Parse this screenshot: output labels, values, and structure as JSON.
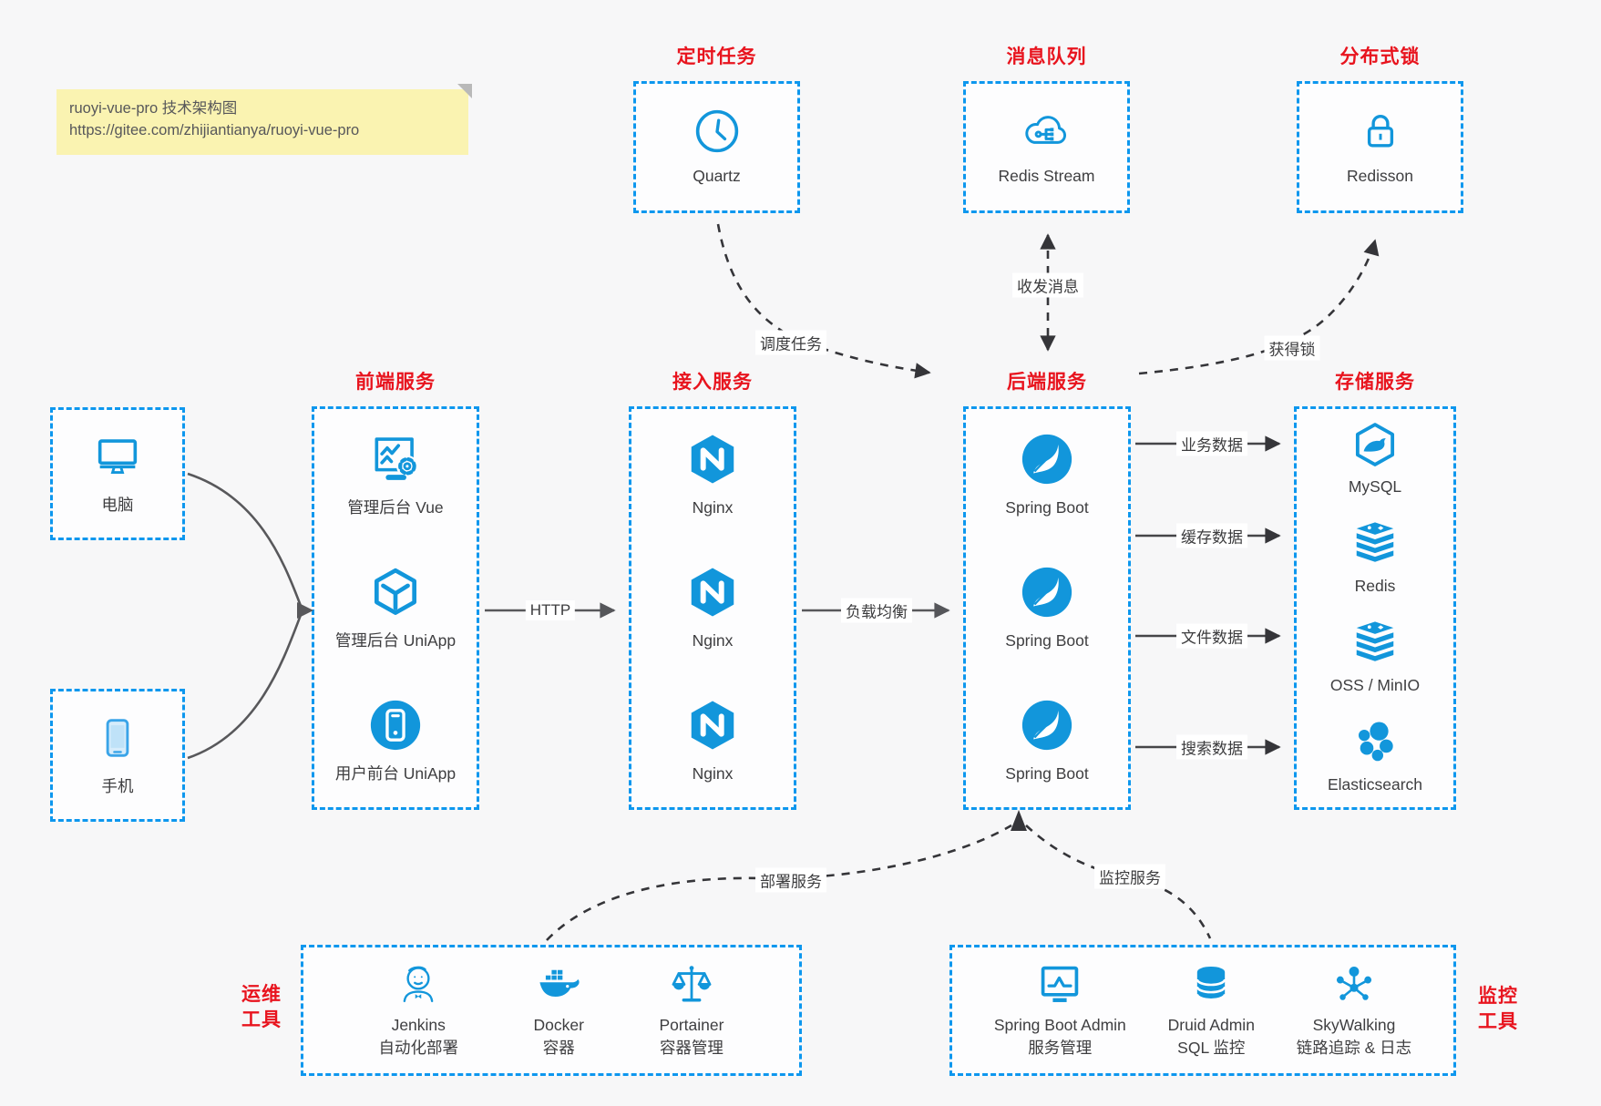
{
  "note": {
    "line1": "ruoyi-vue-pro 技术架构图",
    "line2": "https://gitee.com/zhijiantianya/ruoyi-vue-pro"
  },
  "colors": {
    "border_blue": "#0d97ee",
    "icon_blue": "#1296db",
    "title_red": "#e8141e"
  },
  "top_groups": {
    "scheduler": {
      "title": "定时任务",
      "item": "Quartz"
    },
    "mq": {
      "title": "消息队列",
      "item": "Redis Stream"
    },
    "lock": {
      "title": "分布式锁",
      "item": "Redisson"
    }
  },
  "clients": {
    "pc": {
      "label": "电脑"
    },
    "mobile": {
      "label": "手机"
    }
  },
  "columns": {
    "frontend": {
      "title": "前端服务",
      "items": [
        "管理后台 Vue",
        "管理后台 UniApp",
        "用户前台 UniApp"
      ]
    },
    "gateway": {
      "title": "接入服务",
      "items": [
        "Nginx",
        "Nginx",
        "Nginx"
      ]
    },
    "backend": {
      "title": "后端服务",
      "items": [
        "Spring Boot",
        "Spring Boot",
        "Spring Boot"
      ]
    },
    "storage": {
      "title": "存储服务",
      "items": [
        "MySQL",
        "Redis",
        "OSS / MinIO",
        "Elasticsearch"
      ]
    }
  },
  "arrows": {
    "http": "HTTP",
    "load_balance": "负载均衡",
    "schedule": "调度任务",
    "message": "收发消息",
    "get_lock": "获得锁",
    "business_data": "业务数据",
    "cache_data": "缓存数据",
    "file_data": "文件数据",
    "search_data": "搜索数据",
    "deploy": "部署服务",
    "monitor": "监控服务"
  },
  "bottom_groups": {
    "ops": {
      "label_line1": "运维",
      "label_line2": "工具",
      "items": [
        {
          "name": "Jenkins",
          "desc": "自动化部署"
        },
        {
          "name": "Docker",
          "desc": "容器"
        },
        {
          "name": "Portainer",
          "desc": "容器管理"
        }
      ]
    },
    "monitoring": {
      "label_line1": "监控",
      "label_line2": "工具",
      "items": [
        {
          "name": "Spring Boot Admin",
          "desc": "服务管理"
        },
        {
          "name": "Druid Admin",
          "desc": "SQL 监控"
        },
        {
          "name": "SkyWalking",
          "desc": "链路追踪 & 日志"
        }
      ]
    }
  }
}
